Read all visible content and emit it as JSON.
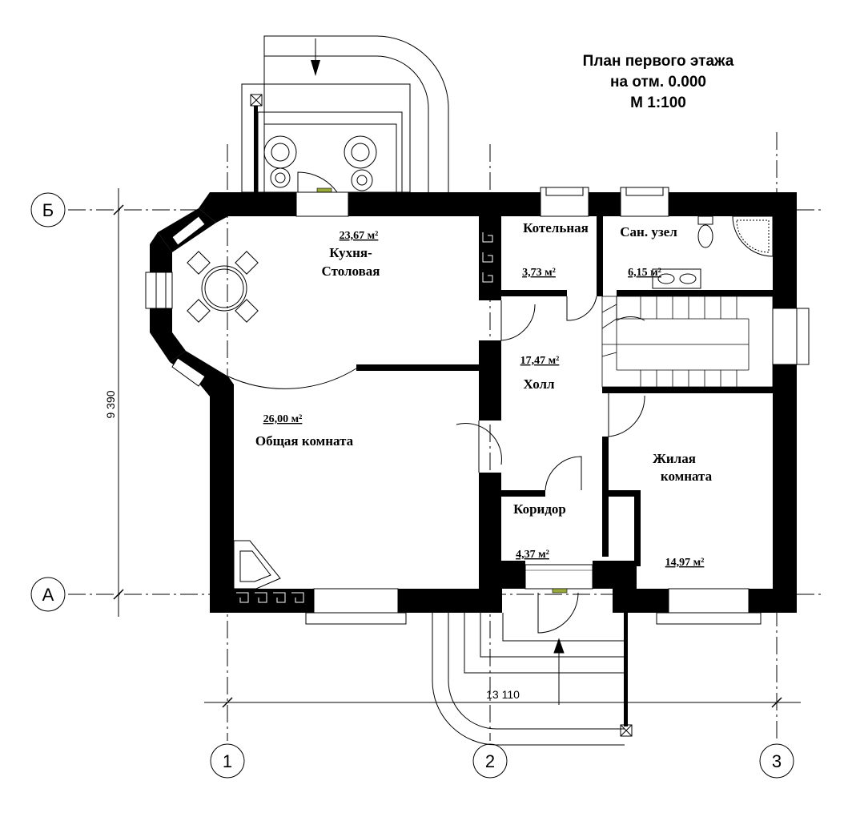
{
  "title": {
    "line1": "План первого этажа",
    "line2": "на отм. 0.000",
    "line3": "М 1:100"
  },
  "axes": {
    "letters": [
      "Б",
      "А"
    ],
    "numbers": [
      "1",
      "2",
      "3"
    ]
  },
  "dimensions": {
    "height": "9 390",
    "width": "13 110"
  },
  "rooms": [
    {
      "name": "Кухня-",
      "name2": "Столовая",
      "area": "23,67 м²"
    },
    {
      "name": "Котельная",
      "area": "3,73 м²"
    },
    {
      "name": "Сан. узел",
      "area": "6,15 м²"
    },
    {
      "name": "Холл",
      "area": "17,47 м²"
    },
    {
      "name": "Общая комната",
      "area": "26,00 м²"
    },
    {
      "name": "Жилая",
      "name2": "комната",
      "area": "14,97 м²"
    },
    {
      "name": "Коридор",
      "area": "4,37 м²"
    }
  ],
  "colors": {
    "wall": "#000000",
    "background": "#ffffff",
    "door_mat": "#9aaa3a"
  }
}
